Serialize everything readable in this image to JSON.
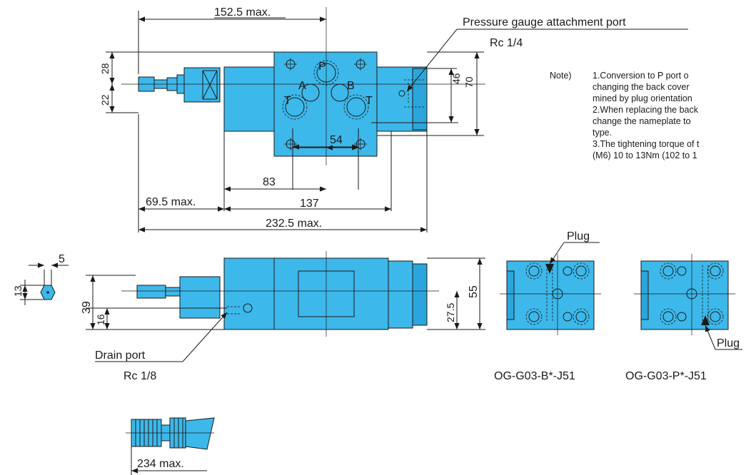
{
  "ports": {
    "gauge_label": "Pressure gauge attachment port",
    "gauge_thread": "Rc 1/4",
    "drain_label": "Drain port",
    "drain_thread": "Rc 1/8",
    "plug_label": "Plug",
    "port_P": "P",
    "port_A": "A",
    "port_B": "B",
    "port_T": "T"
  },
  "dimensions": {
    "overall_top": "152.5 max.",
    "h28": "28",
    "h22": "22",
    "h46": "46",
    "h70": "70",
    "w54": "54",
    "w83": "83",
    "w69": "69.5 max.",
    "w137": "137",
    "w232": "232.5 max.",
    "hex5": "5",
    "hex13": "13",
    "h39": "39",
    "h16": "16",
    "h55": "55",
    "h27": "27.5",
    "w234": "234 max."
  },
  "models": {
    "b_type": "OG-G03-B*-J51",
    "p_type": "OG-G03-P*-J51"
  },
  "notes": {
    "prefix": "Note)",
    "n1_line1": "1.Conversion to P port o",
    "n1_line2": "changing the back cover",
    "n1_line3": "mined by plug orientation",
    "n2_line1": "2.When replacing the back",
    "n2_line2": "change the nameplate to",
    "n2_line3": "type.",
    "n3_line1": "3.The tightening torque of t",
    "n3_line2": "(M6) 10 to 13Nm (102 to 1"
  },
  "colors": {
    "body_fill": "#3db8ea",
    "line": "#1a1a1a"
  }
}
